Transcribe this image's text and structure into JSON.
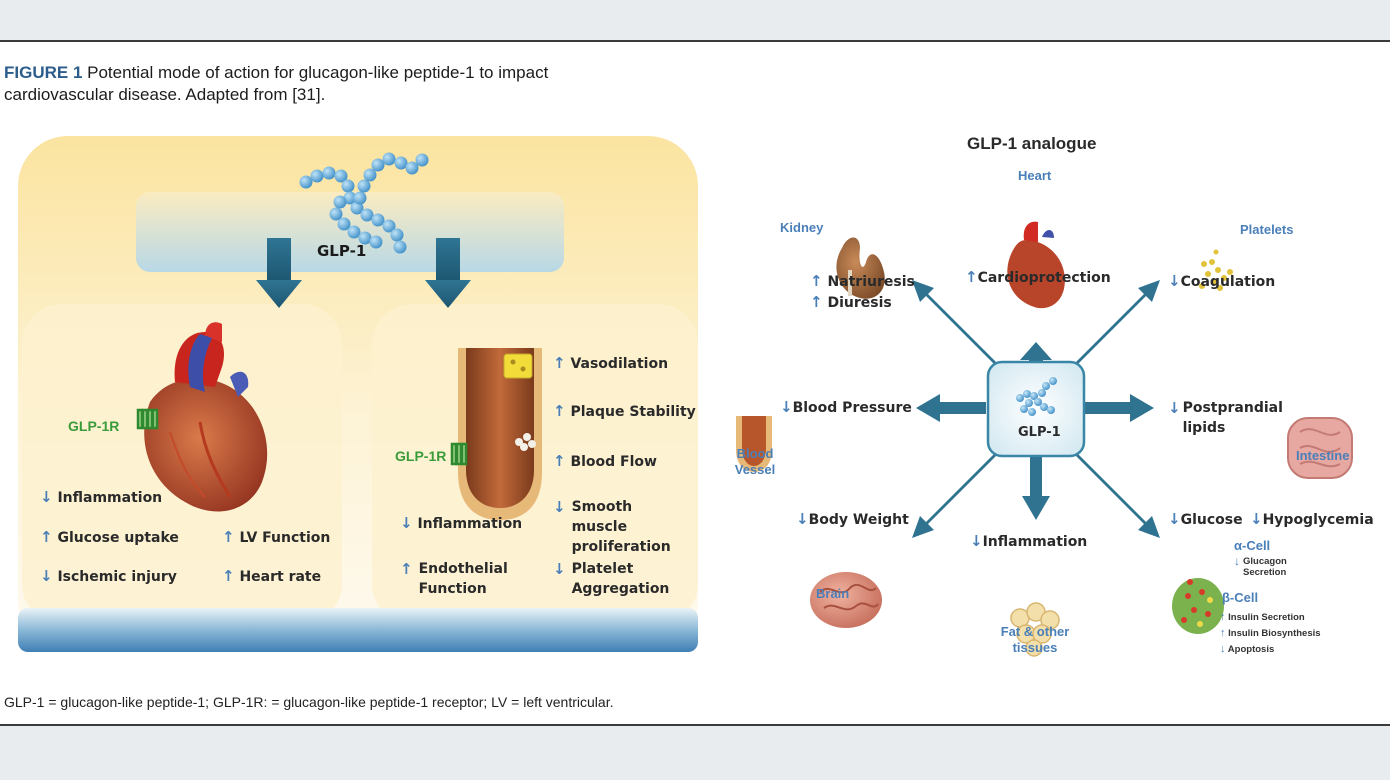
{
  "caption": {
    "figure_label": "FIGURE 1",
    "text": " Potential mode of action for glucagon-like peptide-1 to impact cardiovascular disease. Adapted from [31]."
  },
  "footnote": "GLP-1 = glucagon-like peptide-1; GLP-1R: = glucagon-like peptide-1 receptor; LV = left ventricular.",
  "left_panel": {
    "glp1_label": "GLP-1",
    "heart_box": {
      "receptor_label": "GLP-1R",
      "effects": [
        {
          "arrow": "↓",
          "label": "Inflammation"
        },
        {
          "arrow": "↑",
          "label": "Glucose uptake"
        },
        {
          "arrow": "↑",
          "label": "LV Function"
        },
        {
          "arrow": "↓",
          "label": "Ischemic injury"
        },
        {
          "arrow": "↑",
          "label": "Heart rate"
        }
      ]
    },
    "vessel_box": {
      "receptor_label": "GLP-1R",
      "effects": [
        {
          "arrow": "↑",
          "label": "Vasodilation"
        },
        {
          "arrow": "↑",
          "label": "Plaque Stability"
        },
        {
          "arrow": "↑",
          "label": "Blood Flow"
        },
        {
          "arrow": "↓",
          "label": "Smooth muscle proliferation"
        },
        {
          "arrow": "↓",
          "label": "Platelet Aggregation"
        },
        {
          "arrow": "↓",
          "label": "Inflammation"
        },
        {
          "arrow": "↑",
          "label": "Endothelial Function"
        }
      ]
    }
  },
  "right_panel": {
    "title": "GLP-1 analogue",
    "center_label": "GLP-1",
    "organs": {
      "heart": "Heart",
      "kidney": "Kidney",
      "platelets": "Platelets",
      "blood_vessel": "Blood Vessel",
      "intestine": "Intestine",
      "brain": "Brain",
      "fat": "Fat & other tissues"
    },
    "effects": {
      "cardioprotection": {
        "arrow": "↑",
        "label": "Cardioprotection"
      },
      "natriuresis": {
        "arrow": "↑",
        "label": "Natriuresis"
      },
      "diuresis": {
        "arrow": "↑",
        "label": "Diuresis"
      },
      "coagulation": {
        "arrow": "↓",
        "label": "Coagulation"
      },
      "blood_pressure": {
        "arrow": "↓",
        "label": "Blood Pressure"
      },
      "postprandial": {
        "arrow": "↓",
        "label": "Postprandial lipids"
      },
      "body_weight": {
        "arrow": "↓",
        "label": "Body Weight"
      },
      "inflammation": {
        "arrow": "↓",
        "label": "Inflammation"
      },
      "glucose": {
        "arrow": "↓",
        "label": "Glucose"
      },
      "hypoglycemia": {
        "arrow": "↓",
        "label": "Hypoglycemia"
      }
    },
    "pancreas": {
      "alpha_cell": "α-Cell",
      "glucagon": {
        "arrow": "↓",
        "label": "Glucagon Secretion"
      },
      "beta_cell": "β-Cell",
      "insulin_secretion": {
        "arrow": "↑",
        "label": "Insulin Secretion"
      },
      "insulin_biosynthesis": {
        "arrow": "↑",
        "label": "Insulin Biosynthesis"
      },
      "apoptosis": {
        "arrow": "↓",
        "label": "Apoptosis"
      }
    }
  },
  "colors": {
    "caption_accent": "#2b5d8c",
    "label_blue": "#4a7fb8",
    "receptor_green": "#3a9b3a",
    "arrow_teal": "#2e6f87",
    "panel_cream": "#fbe6a8"
  }
}
